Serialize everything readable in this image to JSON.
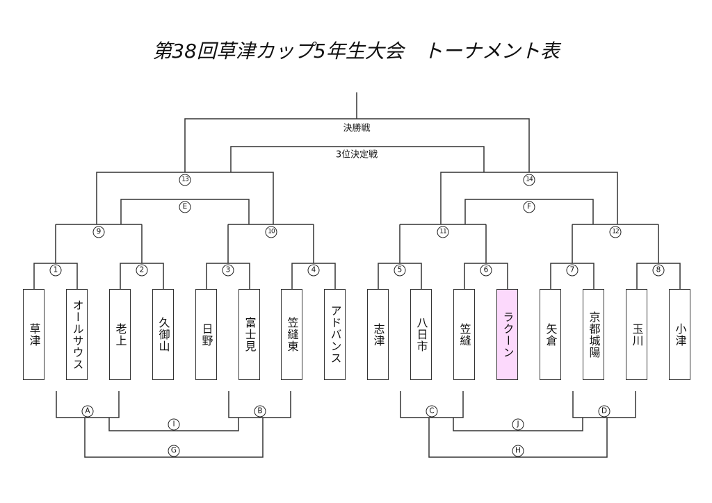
{
  "title": "第38回草津カップ5年生大会　トーナメント表",
  "final_label": "決勝戦",
  "third_place_label": "3位決定戦",
  "teams": [
    {
      "name": "草津",
      "highlight": false
    },
    {
      "name": "オールサウス",
      "highlight": false
    },
    {
      "name": "老上",
      "highlight": false
    },
    {
      "name": "久御山",
      "highlight": false
    },
    {
      "name": "日野",
      "highlight": false
    },
    {
      "name": "富士見",
      "highlight": false
    },
    {
      "name": "笠縫東",
      "highlight": false
    },
    {
      "name": "アドバンス",
      "highlight": false
    },
    {
      "name": "志津",
      "highlight": false
    },
    {
      "name": "八日市",
      "highlight": false
    },
    {
      "name": "笠縫",
      "highlight": false
    },
    {
      "name": "ラクーン",
      "highlight": true
    },
    {
      "name": "矢倉",
      "highlight": false
    },
    {
      "name": "京都城陽",
      "highlight": false
    },
    {
      "name": "玉川",
      "highlight": false
    },
    {
      "name": "小津",
      "highlight": false
    }
  ],
  "highlight_color": "#fcd9fc",
  "match_labels": {
    "r1": [
      "1",
      "2",
      "3",
      "4",
      "5",
      "6",
      "7",
      "8"
    ],
    "r2": [
      "9",
      "10",
      "11",
      "12"
    ],
    "semi": [
      "13",
      "14"
    ],
    "consolation_top": [
      "E",
      "F"
    ],
    "consolation_r1": [
      "A",
      "B",
      "C",
      "D"
    ],
    "consolation_cross": [
      "I",
      "J"
    ],
    "consolation_final": [
      "G",
      "H"
    ]
  }
}
